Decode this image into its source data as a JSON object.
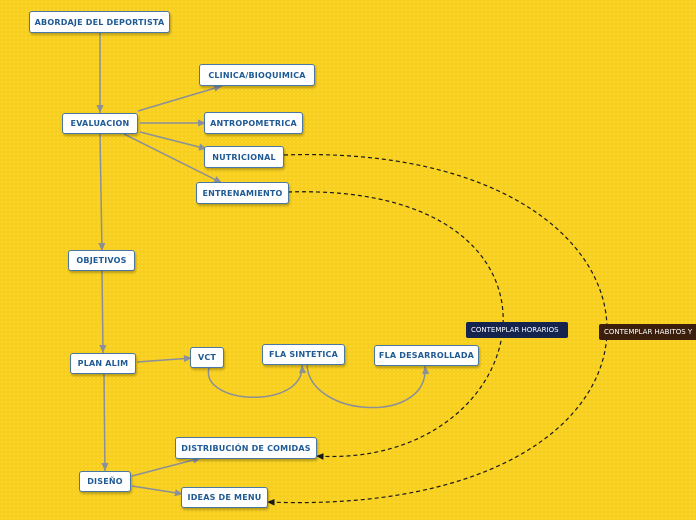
{
  "nodes": {
    "abordaje": "ABORDAJE DEL DEPORTISTA",
    "clinica": "CLINICA/BIOQUIMICA",
    "evaluacion": "EVALUACION",
    "antropometrica": "ANTROPOMETRICA",
    "nutricional": "NUTRICIONAL",
    "entrenamiento": "ENTRENAMIENTO",
    "objetivos": "OBJETIVOS",
    "plan_alim": "PLAN ALIM",
    "vct": "VCT",
    "fla_sintetica": "FLA SINTETICA",
    "fla_desarrollada": "FLA DESARROLLADA",
    "distribucion": "DISTRIBUCIÓN DE COMIDAS",
    "diseno": "DISEÑO",
    "ideas_menu": "IDEAS DE MENU"
  },
  "labels": {
    "contemplar_horarios": "CONTEMPLAR HORARIOS",
    "contemplar_habitos": "CONTEMPLAR HABITOS Y"
  },
  "colors": {
    "background": "#f8cf1c",
    "connector": "#8a8f99",
    "node_text": "#1f5a94",
    "tag_horarios": "#14244f",
    "tag_habitos": "#3b1f0c"
  }
}
